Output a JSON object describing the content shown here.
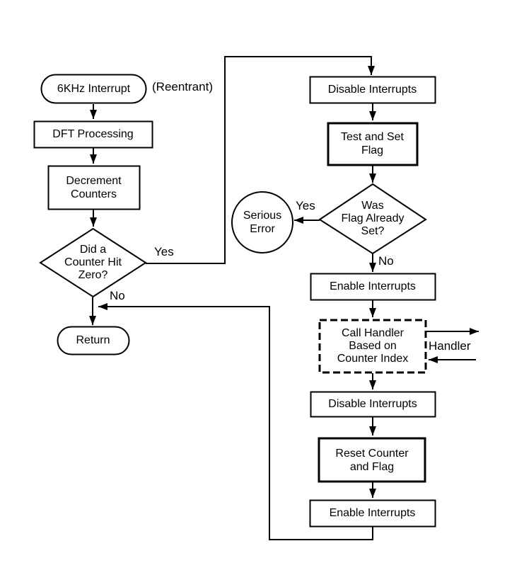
{
  "flowchart": {
    "colors": {
      "line": "#000000",
      "background": "#ffffff",
      "text": "#000000"
    },
    "nodes": {
      "start": {
        "label": "6KHz Interrupt",
        "shape": "terminal"
      },
      "reentrant_note": {
        "label": "(Reentrant)"
      },
      "dft": {
        "label": "DFT Processing",
        "shape": "process"
      },
      "decrement": {
        "line1": "Decrement",
        "line2": "Counters",
        "shape": "process"
      },
      "counter_zero": {
        "line1": "Did a",
        "line2": "Counter Hit",
        "line3": "Zero?",
        "shape": "decision"
      },
      "return": {
        "label": "Return",
        "shape": "terminal"
      },
      "disable_interrupts_1": {
        "label": "Disable Interrupts",
        "shape": "process"
      },
      "test_and_set_flag": {
        "line1": "Test and Set",
        "line2": "Flag",
        "shape": "process"
      },
      "flag_already_set": {
        "line1": "Was",
        "line2": "Flag Already",
        "line3": "Set?",
        "shape": "decision"
      },
      "serious_error": {
        "line1": "Serious",
        "line2": "Error",
        "shape": "circle"
      },
      "enable_interrupts_1": {
        "label": "Enable Interrupts",
        "shape": "process"
      },
      "call_handler": {
        "line1": "Call Handler",
        "line2": "Based on",
        "line3": "Counter Index",
        "shape": "process-dashed"
      },
      "handler_note": {
        "label": "Handler"
      },
      "disable_interrupts_2": {
        "label": "Disable Interrupts",
        "shape": "process"
      },
      "reset_counter_flag": {
        "line1": "Reset Counter",
        "line2": "and Flag",
        "shape": "process"
      },
      "enable_interrupts_2": {
        "label": "Enable Interrupts",
        "shape": "process"
      }
    },
    "edge_labels": {
      "counter_yes": "Yes",
      "counter_no": "No",
      "flag_yes": "Yes",
      "flag_no": "No"
    }
  }
}
